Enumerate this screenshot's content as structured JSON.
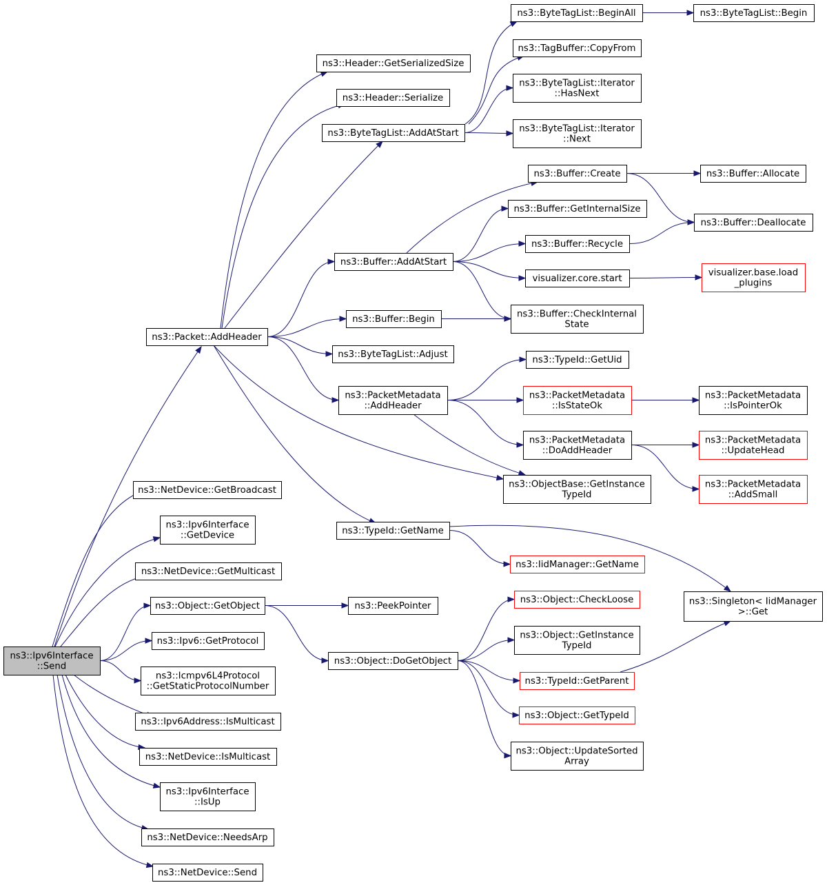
{
  "graph": {
    "type": "call-graph",
    "colors": {
      "edge": "#191970",
      "root_fill": "#bfbfbf",
      "node_border": "#000000",
      "missing_doc_border": "#ff0000"
    },
    "nodes": [
      {
        "id": "root",
        "lines": [
          "ns3::Ipv6Interface",
          "::Send"
        ],
        "root": true
      },
      {
        "id": "addheader",
        "lines": [
          "ns3::Packet::AddHeader"
        ]
      },
      {
        "id": "getbroadcast",
        "lines": [
          "ns3::NetDevice::GetBroadcast"
        ]
      },
      {
        "id": "ipv6if_getdevice",
        "lines": [
          "ns3::Ipv6Interface",
          "::GetDevice"
        ]
      },
      {
        "id": "getmulticast",
        "lines": [
          "ns3::NetDevice::GetMulticast"
        ]
      },
      {
        "id": "getobject",
        "lines": [
          "ns3::Object::GetObject"
        ]
      },
      {
        "id": "getprotocol",
        "lines": [
          "ns3::Ipv6::GetProtocol"
        ]
      },
      {
        "id": "icmpv6",
        "lines": [
          "ns3::Icmpv6L4Protocol",
          "::GetStaticProtocolNumber"
        ]
      },
      {
        "id": "ipv6addr_ismc",
        "lines": [
          "ns3::Ipv6Address::IsMulticast"
        ]
      },
      {
        "id": "nd_ismc",
        "lines": [
          "ns3::NetDevice::IsMulticast"
        ]
      },
      {
        "id": "ipv6if_isup",
        "lines": [
          "ns3::Ipv6Interface",
          "::IsUp"
        ]
      },
      {
        "id": "needsarp",
        "lines": [
          "ns3::NetDevice::NeedsArp"
        ]
      },
      {
        "id": "nd_send",
        "lines": [
          "ns3::NetDevice::Send"
        ]
      },
      {
        "id": "hdr_getsize",
        "lines": [
          "ns3::Header::GetSerializedSize"
        ]
      },
      {
        "id": "hdr_serialize",
        "lines": [
          "ns3::Header::Serialize"
        ]
      },
      {
        "id": "btl_addatstart",
        "lines": [
          "ns3::ByteTagList::AddAtStart"
        ]
      },
      {
        "id": "buf_addatstart",
        "lines": [
          "ns3::Buffer::AddAtStart"
        ]
      },
      {
        "id": "buf_begin",
        "lines": [
          "ns3::Buffer::Begin"
        ]
      },
      {
        "id": "btl_adjust",
        "lines": [
          "ns3::ByteTagList::Adjust"
        ]
      },
      {
        "id": "pm_addheader",
        "lines": [
          "ns3::PacketMetadata",
          "::AddHeader"
        ]
      },
      {
        "id": "typeid_getname",
        "lines": [
          "ns3::TypeId::GetName"
        ]
      },
      {
        "id": "peekpointer",
        "lines": [
          "ns3::PeekPointer"
        ]
      },
      {
        "id": "obj_dogetobject",
        "lines": [
          "ns3::Object::DoGetObject"
        ]
      },
      {
        "id": "btl_beginall",
        "lines": [
          "ns3::ByteTagList::BeginAll"
        ]
      },
      {
        "id": "tagbuf_copyfrom",
        "lines": [
          "ns3::TagBuffer::CopyFrom"
        ]
      },
      {
        "id": "btl_it_hasnext",
        "lines": [
          "ns3::ByteTagList::Iterator",
          "::HasNext"
        ]
      },
      {
        "id": "btl_it_next",
        "lines": [
          "ns3::ByteTagList::Iterator",
          "::Next"
        ]
      },
      {
        "id": "buf_create",
        "lines": [
          "ns3::Buffer::Create"
        ]
      },
      {
        "id": "buf_getinternalsize",
        "lines": [
          "ns3::Buffer::GetInternalSize"
        ]
      },
      {
        "id": "buf_recycle",
        "lines": [
          "ns3::Buffer::Recycle"
        ]
      },
      {
        "id": "viz_core_start",
        "lines": [
          "visualizer.core.start"
        ]
      },
      {
        "id": "buf_checkinternal",
        "lines": [
          "ns3::Buffer::CheckInternal",
          "State"
        ]
      },
      {
        "id": "typeid_getuid",
        "lines": [
          "ns3::TypeId::GetUid"
        ]
      },
      {
        "id": "pm_isstateok",
        "lines": [
          "ns3::PacketMetadata",
          "::IsStateOk"
        ],
        "red": true
      },
      {
        "id": "pm_doaddheader",
        "lines": [
          "ns3::PacketMetadata",
          "::DoAddHeader"
        ]
      },
      {
        "id": "objbase_getinstancetypeid",
        "lines": [
          "ns3::ObjectBase::GetInstance",
          "TypeId"
        ]
      },
      {
        "id": "iidmgr_getname",
        "lines": [
          "ns3::IidManager::GetName"
        ],
        "red": true
      },
      {
        "id": "obj_checkloose",
        "lines": [
          "ns3::Object::CheckLoose"
        ],
        "red": true
      },
      {
        "id": "obj_getinstancetypeid",
        "lines": [
          "ns3::Object::GetInstance",
          "TypeId"
        ]
      },
      {
        "id": "typeid_getparent",
        "lines": [
          "ns3::TypeId::GetParent"
        ],
        "red": true
      },
      {
        "id": "obj_gettypeid",
        "lines": [
          "ns3::Object::GetTypeId"
        ],
        "red": true
      },
      {
        "id": "obj_updatesorted",
        "lines": [
          "ns3::Object::UpdateSorted",
          "Array"
        ]
      },
      {
        "id": "btl_begin",
        "lines": [
          "ns3::ByteTagList::Begin"
        ]
      },
      {
        "id": "buf_allocate",
        "lines": [
          "ns3::Buffer::Allocate"
        ]
      },
      {
        "id": "buf_deallocate",
        "lines": [
          "ns3::Buffer::Deallocate"
        ]
      },
      {
        "id": "viz_base_load",
        "lines": [
          "visualizer.base.load",
          "_plugins"
        ],
        "red": true
      },
      {
        "id": "pm_ispointerok",
        "lines": [
          "ns3::PacketMetadata",
          "::IsPointerOk"
        ]
      },
      {
        "id": "pm_updatehead",
        "lines": [
          "ns3::PacketMetadata",
          "::UpdateHead"
        ],
        "red": true
      },
      {
        "id": "pm_addsmall",
        "lines": [
          "ns3::PacketMetadata",
          "::AddSmall"
        ],
        "red": true
      },
      {
        "id": "singleton_get",
        "lines": [
          "ns3::Singleton< IidManager",
          " >::Get"
        ]
      }
    ],
    "edges": [
      [
        "root",
        "addheader"
      ],
      [
        "root",
        "getbroadcast"
      ],
      [
        "root",
        "ipv6if_getdevice"
      ],
      [
        "root",
        "getmulticast"
      ],
      [
        "root",
        "getobject"
      ],
      [
        "root",
        "getprotocol"
      ],
      [
        "root",
        "icmpv6"
      ],
      [
        "root",
        "ipv6addr_ismc"
      ],
      [
        "root",
        "nd_ismc"
      ],
      [
        "root",
        "ipv6if_isup"
      ],
      [
        "root",
        "needsarp"
      ],
      [
        "root",
        "nd_send"
      ],
      [
        "addheader",
        "hdr_getsize"
      ],
      [
        "addheader",
        "hdr_serialize"
      ],
      [
        "addheader",
        "btl_addatstart"
      ],
      [
        "addheader",
        "buf_addatstart"
      ],
      [
        "addheader",
        "buf_begin"
      ],
      [
        "addheader",
        "btl_adjust"
      ],
      [
        "addheader",
        "pm_addheader"
      ],
      [
        "addheader",
        "objbase_getinstancetypeid"
      ],
      [
        "addheader",
        "typeid_getname"
      ],
      [
        "btl_addatstart",
        "btl_beginall"
      ],
      [
        "btl_addatstart",
        "tagbuf_copyfrom"
      ],
      [
        "btl_addatstart",
        "btl_it_hasnext"
      ],
      [
        "btl_addatstart",
        "btl_it_next"
      ],
      [
        "btl_beginall",
        "btl_begin"
      ],
      [
        "buf_addatstart",
        "buf_create"
      ],
      [
        "buf_addatstart",
        "buf_getinternalsize"
      ],
      [
        "buf_addatstart",
        "buf_recycle"
      ],
      [
        "buf_addatstart",
        "viz_core_start"
      ],
      [
        "buf_addatstart",
        "buf_checkinternal"
      ],
      [
        "buf_create",
        "buf_allocate"
      ],
      [
        "buf_create",
        "buf_deallocate"
      ],
      [
        "buf_recycle",
        "buf_deallocate"
      ],
      [
        "viz_core_start",
        "viz_base_load"
      ],
      [
        "buf_begin",
        "buf_checkinternal"
      ],
      [
        "pm_addheader",
        "typeid_getuid"
      ],
      [
        "pm_addheader",
        "pm_isstateok"
      ],
      [
        "pm_addheader",
        "pm_doaddheader"
      ],
      [
        "pm_addheader",
        "objbase_getinstancetypeid"
      ],
      [
        "pm_isstateok",
        "pm_ispointerok"
      ],
      [
        "pm_doaddheader",
        "pm_updatehead"
      ],
      [
        "pm_doaddheader",
        "pm_addsmall"
      ],
      [
        "typeid_getname",
        "iidmgr_getname"
      ],
      [
        "typeid_getname",
        "singleton_get"
      ],
      [
        "getobject",
        "peekpointer"
      ],
      [
        "getobject",
        "obj_dogetobject"
      ],
      [
        "obj_dogetobject",
        "obj_checkloose"
      ],
      [
        "obj_dogetobject",
        "obj_getinstancetypeid"
      ],
      [
        "obj_dogetobject",
        "typeid_getparent"
      ],
      [
        "obj_dogetobject",
        "obj_gettypeid"
      ],
      [
        "obj_dogetobject",
        "obj_updatesorted"
      ],
      [
        "typeid_getparent",
        "singleton_get"
      ]
    ]
  }
}
